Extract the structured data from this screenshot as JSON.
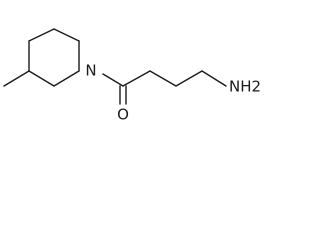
{
  "molecule": {
    "atoms": {
      "nitrogen_ring": "N",
      "oxygen": "O",
      "amine": "NH2"
    },
    "bond_color": "#1a1a1a"
  }
}
